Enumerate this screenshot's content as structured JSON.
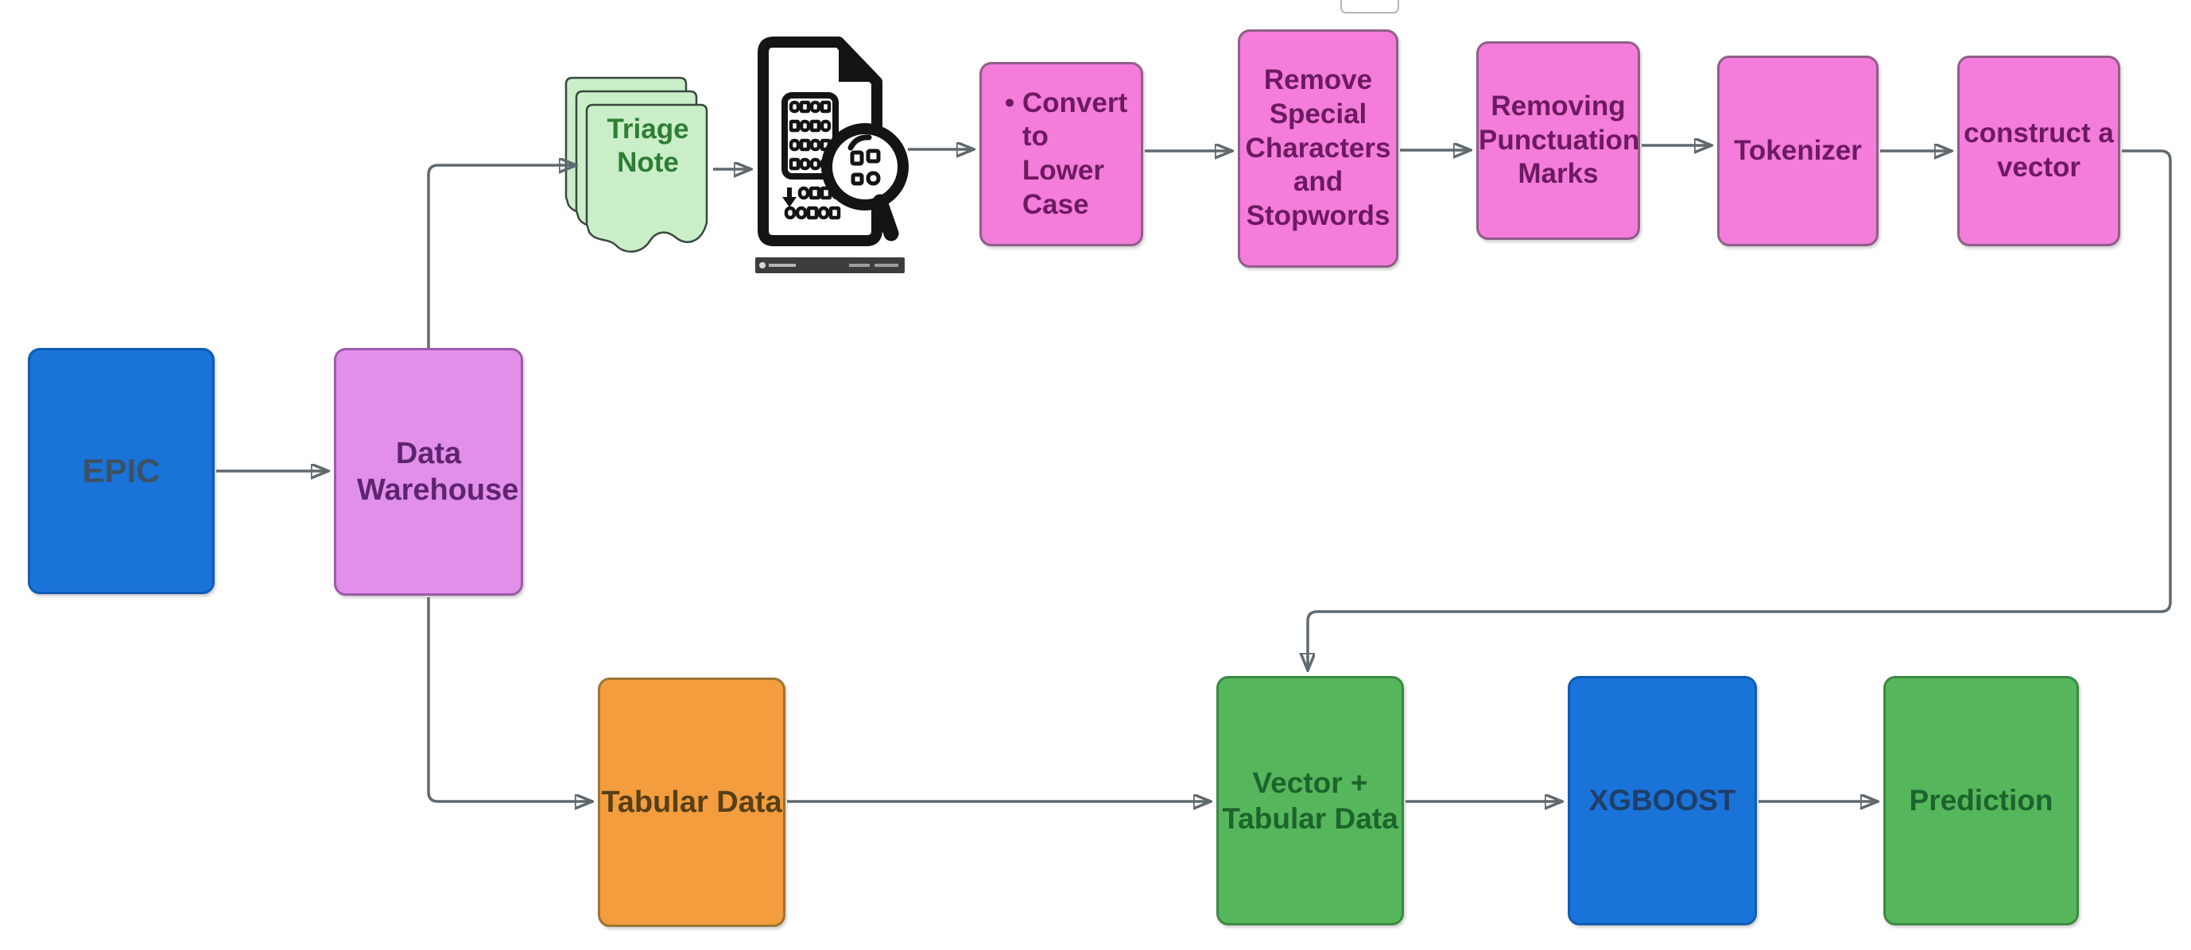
{
  "diagram": {
    "background_color": "#ffffff",
    "connector_color": "#5f696f",
    "arrowhead_color": "#39424a",
    "palette": {
      "blue_fill": "#1a73d8",
      "purple_fill": "#e18fea",
      "pink_fill": "#f47cda",
      "green_fill": "#55b65b",
      "orange_fill": "#f49d3e",
      "note_green_fill": "#c9eec8",
      "icon_black": "#141414"
    },
    "nodes": {
      "epic": {
        "label": "EPIC",
        "fill": "#1a73d8",
        "text_color": "#3d5166"
      },
      "data_warehouse": {
        "label": "Data Warehouse",
        "fill": "#e18fea",
        "text_color": "#5e2470"
      },
      "triage_note": {
        "label": "Triage Note",
        "fill": "#c9eec8",
        "text_color": "#2e7d35",
        "icon": "stacked-documents-icon"
      },
      "document_icon": {
        "label": "",
        "icon": "document-data-grid-magnifier-icon"
      },
      "convert_lower": {
        "label": "• Convert to Lower Case",
        "fill": "#f47cda",
        "text_color": "#6d1a60"
      },
      "remove_special": {
        "label": "Remove Special Characters and Stopwords",
        "fill": "#f47cda",
        "text_color": "#6d1a60"
      },
      "remove_punctuation": {
        "label": "Removing Punctuation Marks",
        "fill": "#f47cda",
        "text_color": "#6d1a60"
      },
      "tokenizer": {
        "label": "Tokenizer",
        "fill": "#f47cda",
        "text_color": "#6d1a60"
      },
      "construct_vector": {
        "label": "construct a vector",
        "fill": "#f47cda",
        "text_color": "#6d1a60"
      },
      "tabular_data": {
        "label": "Tabular Data",
        "fill": "#f49d3e",
        "text_color": "#573f16"
      },
      "vector_tabular": {
        "label": "Vector + Tabular Data",
        "fill": "#55b65b",
        "text_color": "#1c642c"
      },
      "xgboost": {
        "label": "XGBOOST",
        "fill": "#1a73d8",
        "text_color": "#1f3e68"
      },
      "prediction": {
        "label": "Prediction",
        "fill": "#55b65b",
        "text_color": "#1c642c"
      }
    },
    "edges": [
      {
        "from": "epic",
        "to": "data_warehouse",
        "shape": "straight"
      },
      {
        "from": "data_warehouse",
        "to": "triage_note",
        "shape": "elbow-up-right"
      },
      {
        "from": "triage_note",
        "to": "document_icon",
        "shape": "straight"
      },
      {
        "from": "document_icon",
        "to": "convert_lower",
        "shape": "straight"
      },
      {
        "from": "convert_lower",
        "to": "remove_special",
        "shape": "straight"
      },
      {
        "from": "remove_special",
        "to": "remove_punctuation",
        "shape": "straight"
      },
      {
        "from": "remove_punctuation",
        "to": "tokenizer",
        "shape": "straight"
      },
      {
        "from": "tokenizer",
        "to": "construct_vector",
        "shape": "straight"
      },
      {
        "from": "construct_vector",
        "to": "vector_tabular",
        "shape": "loop-right-down-left-down"
      },
      {
        "from": "data_warehouse",
        "to": "tabular_data",
        "shape": "elbow-down-right"
      },
      {
        "from": "tabular_data",
        "to": "vector_tabular",
        "shape": "straight"
      },
      {
        "from": "vector_tabular",
        "to": "xgboost",
        "shape": "straight"
      },
      {
        "from": "xgboost",
        "to": "prediction",
        "shape": "straight"
      }
    ]
  }
}
